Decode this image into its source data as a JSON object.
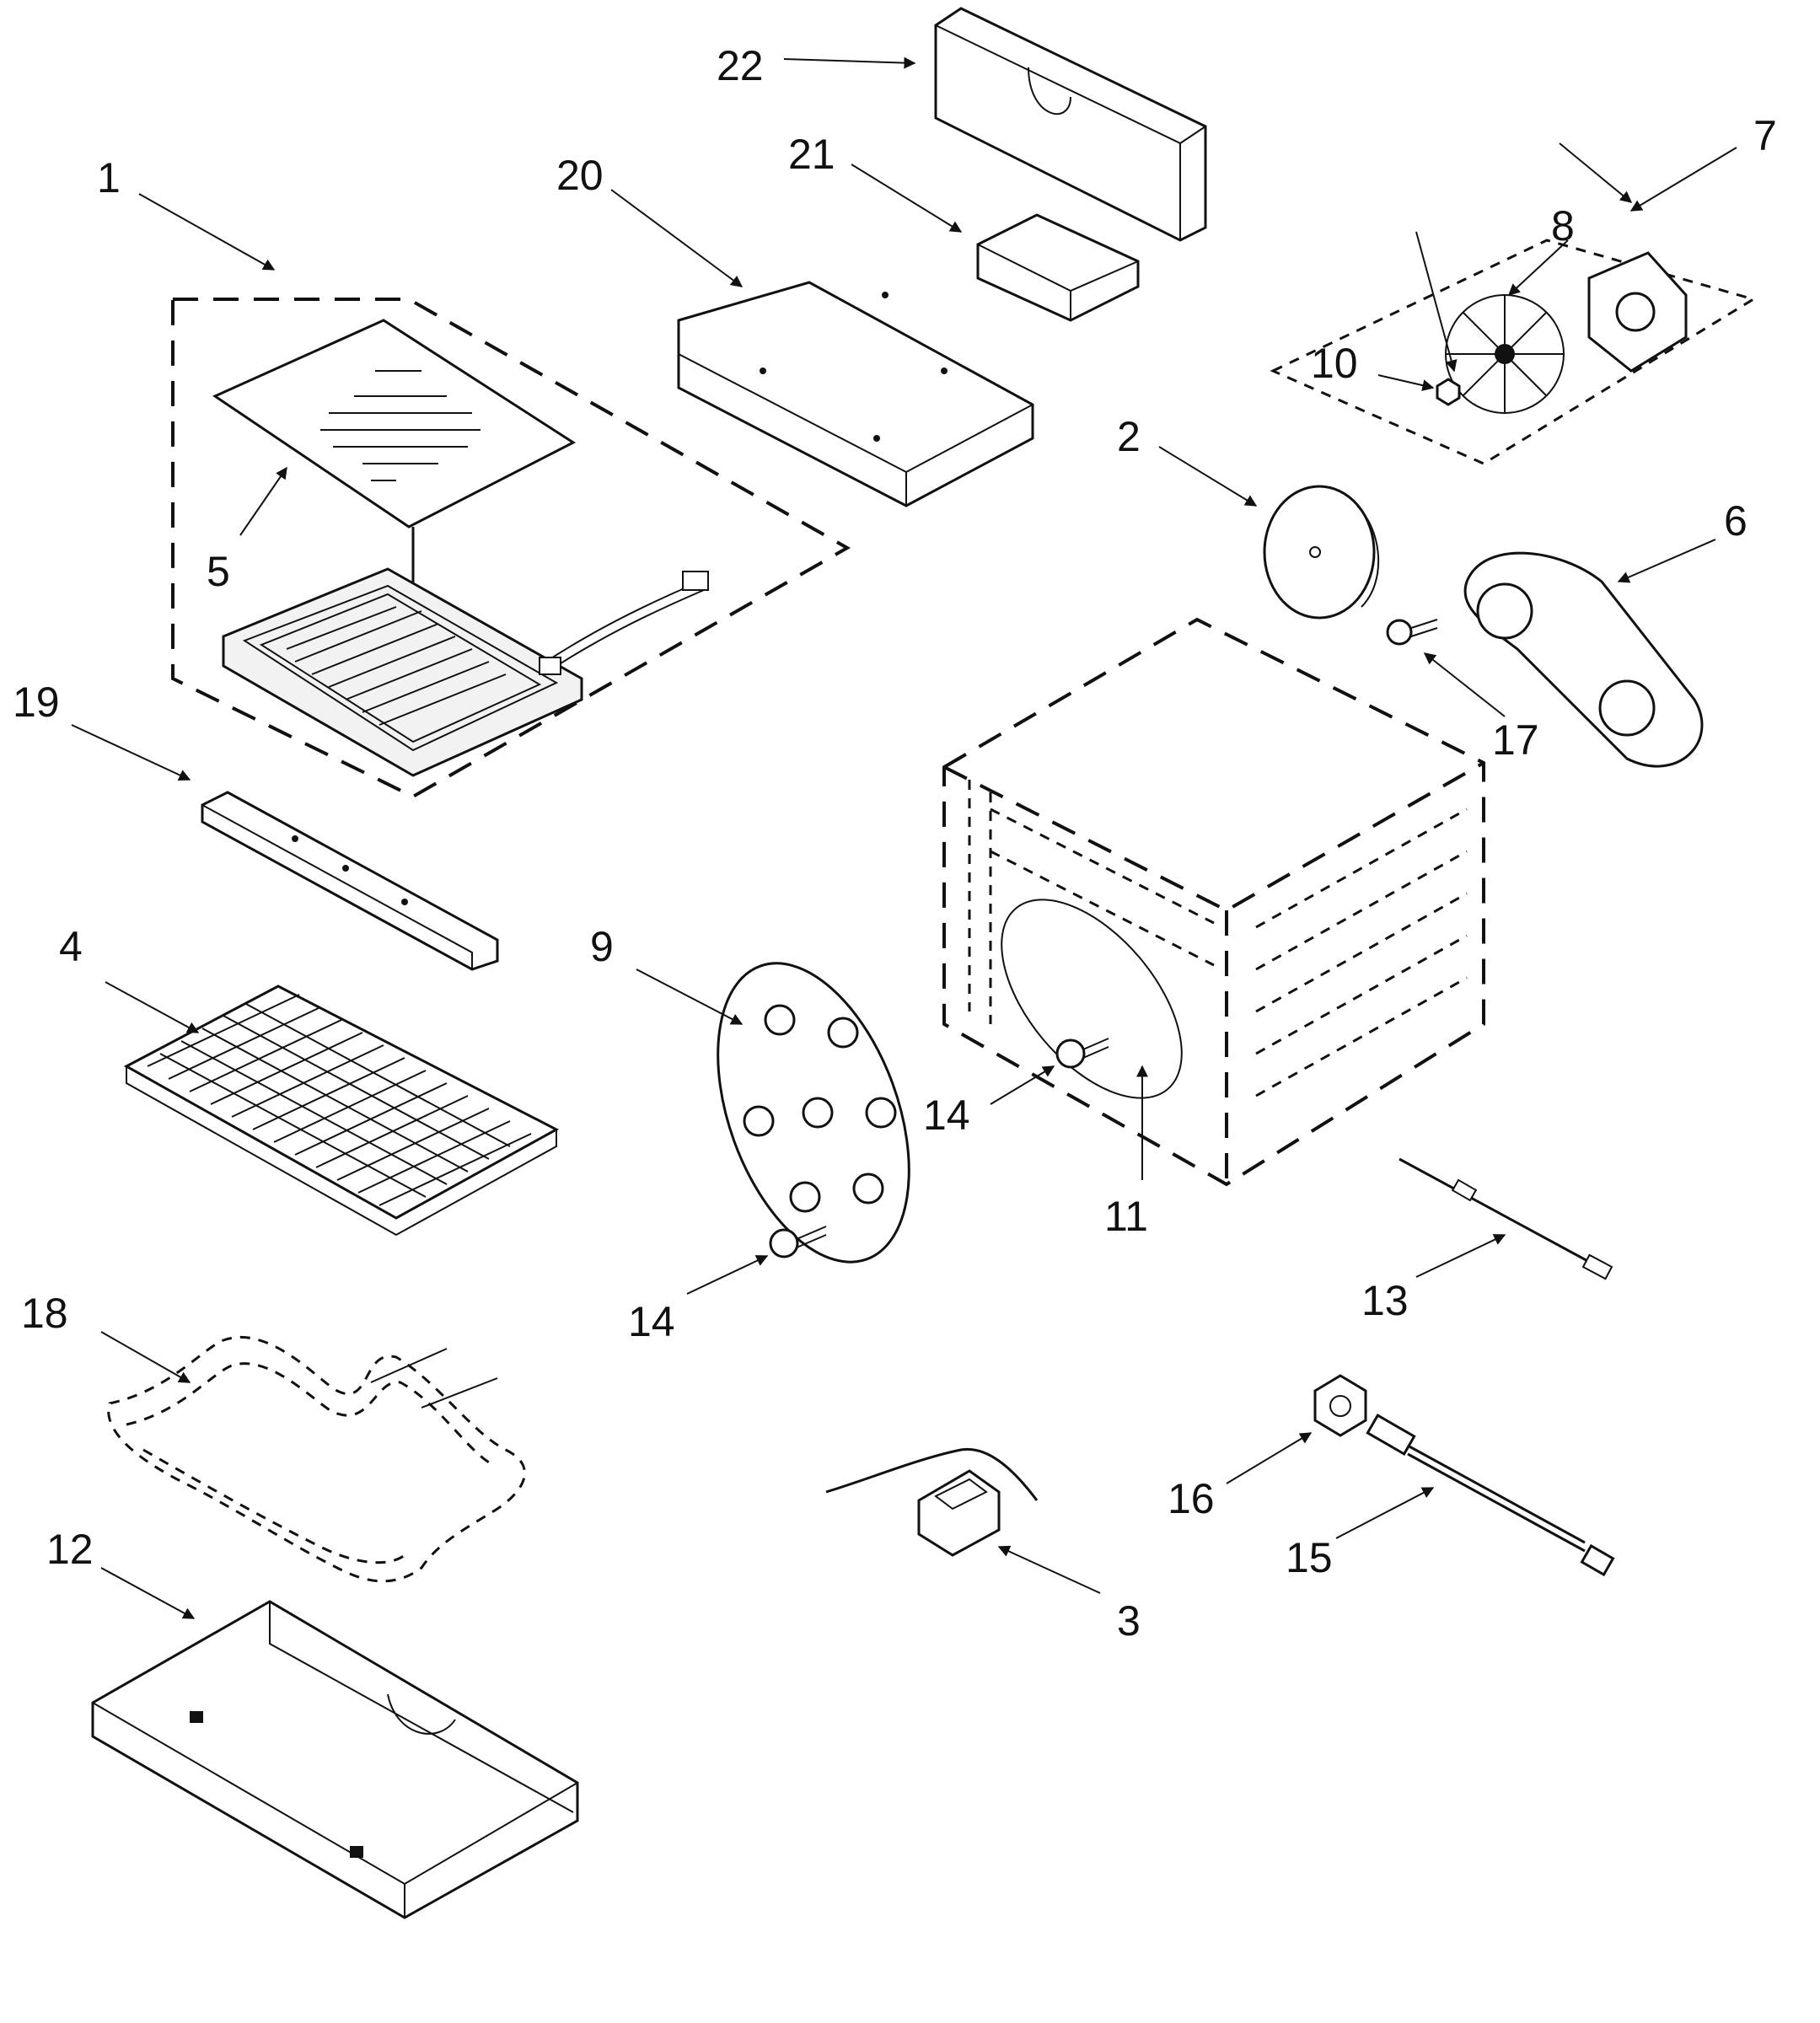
{
  "labels": {
    "l1": "1",
    "l2": "2",
    "l3": "3",
    "l4": "4",
    "l5": "5",
    "l6": "6",
    "l7": "7",
    "l8": "8",
    "l9": "9",
    "l10": "10",
    "l11": "11",
    "l12": "12",
    "l13": "13",
    "l14a": "14",
    "l14b": "14",
    "l15": "15",
    "l16": "16",
    "l17": "17",
    "l18": "18",
    "l19": "19",
    "l20": "20",
    "l21": "21",
    "l22": "22"
  }
}
